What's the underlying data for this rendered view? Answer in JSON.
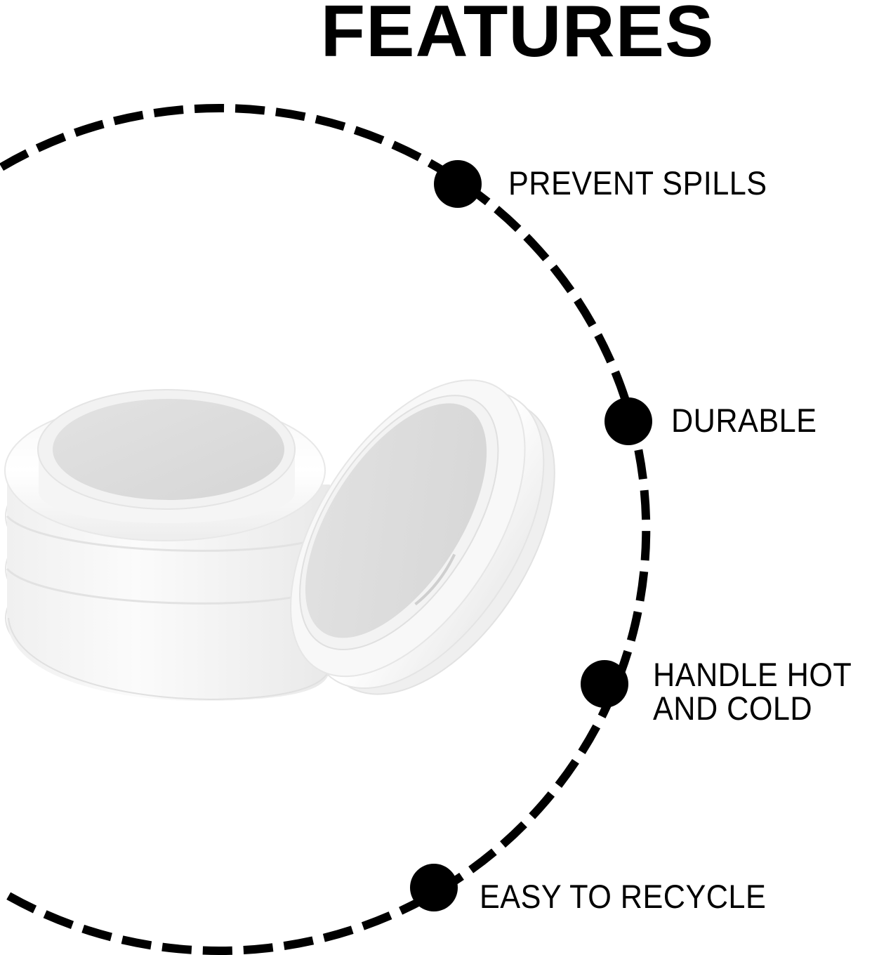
{
  "header": {
    "title": "FEATURES"
  },
  "features": [
    {
      "label": "PREVENT SPILLS",
      "icon": "bullet-dot"
    },
    {
      "label": "DURABLE",
      "icon": "bullet-dot"
    },
    {
      "label": "HANDLE HOT AND COLD",
      "line1": "HANDLE HOT",
      "line2": "AND COLD",
      "icon": "bullet-dot"
    },
    {
      "label": "EASY TO RECYCLE",
      "icon": "bullet-dot"
    }
  ],
  "product": {
    "name": "white disposable cup lids",
    "image": "stacked-lids-illustration"
  },
  "colors": {
    "text": "#000000",
    "background": "#ffffff",
    "lid_top": "#dcdcdc",
    "lid_rim": "#f4f4f4"
  }
}
